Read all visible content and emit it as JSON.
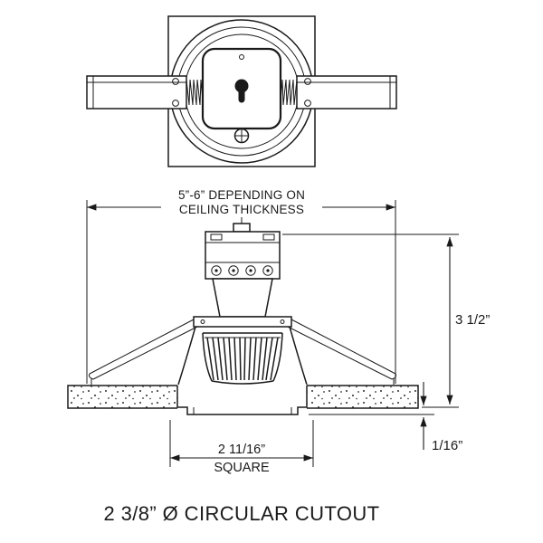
{
  "colors": {
    "ink": "#1a1a1a",
    "background": "#ffffff"
  },
  "dimensions": {
    "depth_note_line1": "5”-6” DEPENDING ON",
    "depth_note_line2": "CEILING THICKNESS",
    "height": "3 1/2”",
    "protrusion": "1/16”",
    "square_value": "2 11/16”",
    "square_word": "SQUARE"
  },
  "caption": "2 3/8” Ø CIRCULAR CUTOUT"
}
